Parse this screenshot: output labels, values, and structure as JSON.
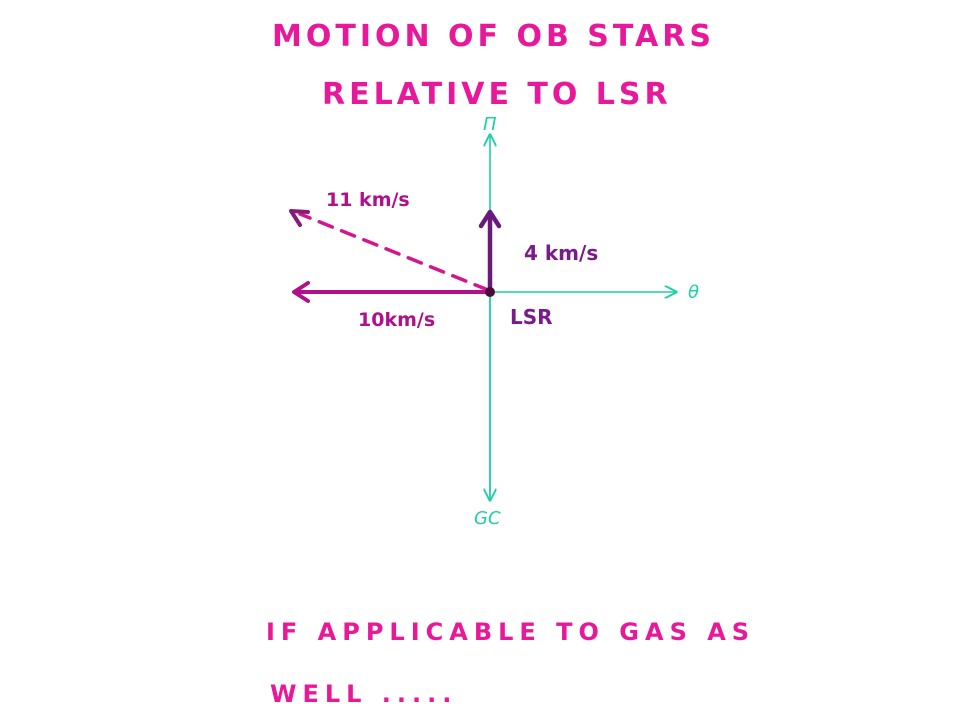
{
  "title": {
    "line1": "MOTION OF OB STARS",
    "line2": "RELATIVE TO LSR"
  },
  "axes": {
    "up_label": "Π",
    "right_label": "θ",
    "down_label": "GC",
    "origin_label": "LSR"
  },
  "vectors": {
    "horizontal_label": "10km/s",
    "vertical_label": "4 km/s",
    "resultant_label": "11 km/s"
  },
  "footer": {
    "line1": "IF APPLICABLE TO GAS AS",
    "line2": "WELL ....."
  },
  "colors": {
    "title": "#e8189a",
    "axes": "#1ecfa8",
    "horizontal_vector": "#b0118a",
    "vertical_vector": "#6a1a7a",
    "resultant_vector": "#d4168e",
    "origin": "#4a0a3a"
  }
}
